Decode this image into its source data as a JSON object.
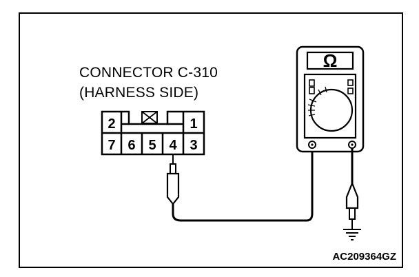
{
  "connector": {
    "title_line1": "CONNECTOR C-310",
    "title_line2": "(HARNESS SIDE)",
    "pins_top": [
      "2",
      "1"
    ],
    "pins_bottom": [
      "7",
      "6",
      "5",
      "4",
      "3"
    ],
    "probe_pin": "4"
  },
  "meter": {
    "display_symbol": "Ω",
    "icon": "ohmmeter-icon"
  },
  "ground": {
    "icon": "ground-symbol-icon"
  },
  "figure_code": "AC209364GZ"
}
